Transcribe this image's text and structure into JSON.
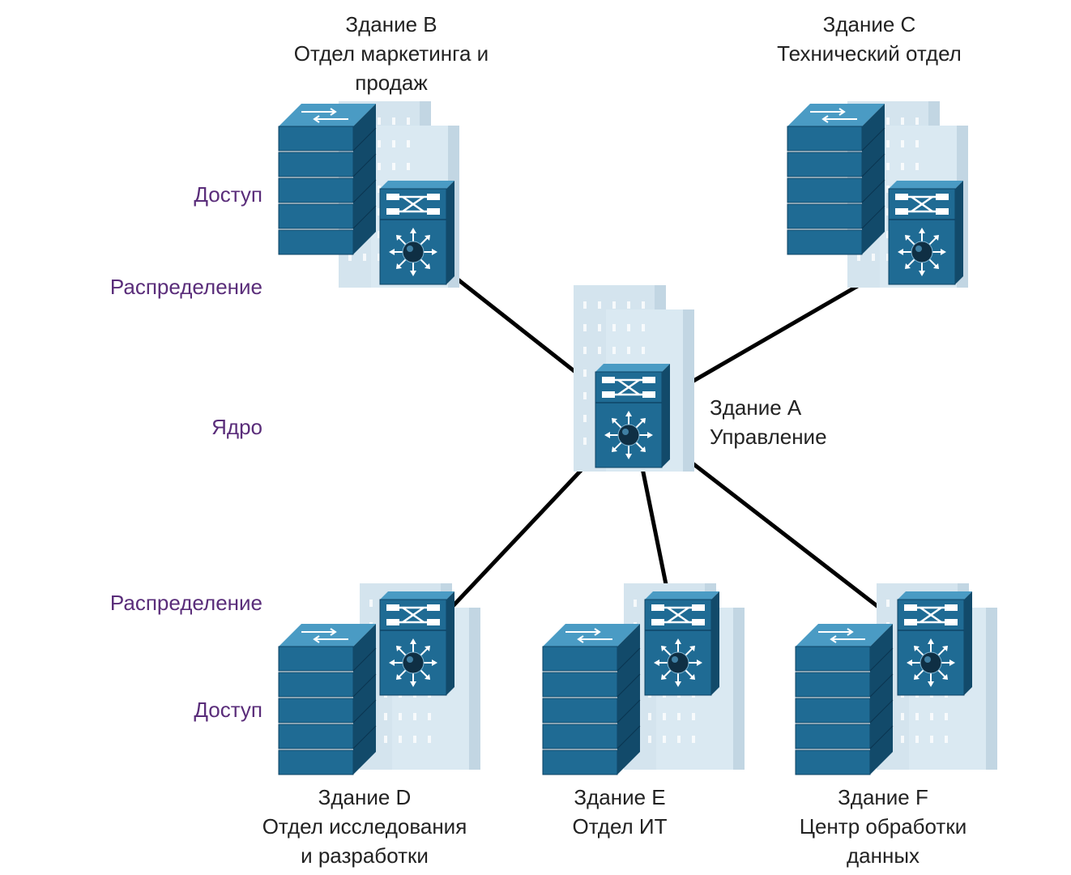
{
  "colors": {
    "link": "#000000",
    "device_blue": "#1f6b94",
    "device_top": "#4a9bc4",
    "device_side": "#124a6a",
    "building": "#d4e4ee",
    "tier_text": "#5a2d7a"
  },
  "buildings": {
    "b": {
      "line1": "Здание B",
      "line2": "Отдел маркетинга и",
      "line3": "продаж"
    },
    "c": {
      "line1": "Здание C",
      "line2": "Технический отдел"
    },
    "a": {
      "line1": "Здание A",
      "line2": "Управление"
    },
    "d": {
      "line1": "Здание D",
      "line2": "Отдел исследования",
      "line3": "и разработки"
    },
    "e": {
      "line1": "Здание E",
      "line2": "Отдел ИТ"
    },
    "f": {
      "line1": "Здание F",
      "line2": "Центр обработки",
      "line3": "данных"
    }
  },
  "tiers": [
    "Доступ",
    "Распределение",
    "Ядро",
    "Распределение",
    "Доступ"
  ],
  "devices": {
    "access_switch_icon": "access-switch-icon",
    "multilayer_switch_icon": "multilayer-switch-icon",
    "building_icon": "building-icon"
  }
}
